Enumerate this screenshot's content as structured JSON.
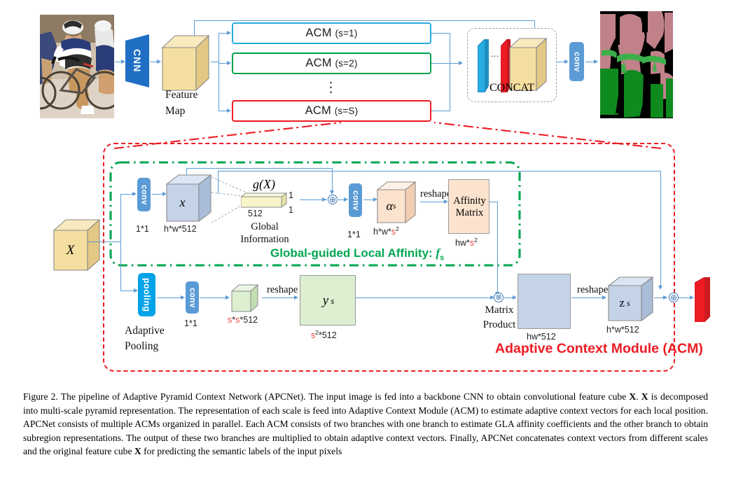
{
  "figure": {
    "top_pipeline": {
      "input_image_alt": "cyclists-photo",
      "cnn_label": "CNN",
      "feature_map_label_line1": "Feature",
      "feature_map_label_line2": "Map",
      "acm_branches": [
        {
          "label_main": "ACM ",
          "label_sub": "(s=1)",
          "color": "#29ABE2"
        },
        {
          "label_main": "ACM ",
          "label_sub": "(s=2)",
          "color": "#00A14B"
        },
        {
          "label_main": "ACM ",
          "label_sub": "(s=S)",
          "color": "#ED1C24"
        }
      ],
      "vertical_dots": "⋮",
      "concat_label": "CONCAT",
      "conv_label": "conv",
      "output_image_alt": "segmentation-map"
    },
    "acm_module": {
      "module_title": "Adaptive Context Module (ACM)",
      "input_cube_label": "X",
      "gla": {
        "title": "Global-guided Local Affinity: ",
        "title_math": "f",
        "title_sub": "s",
        "conv1_label": "conv",
        "conv1_kernel": "1*1",
        "x_cube_label": "x",
        "x_cube_dim": "h*w*512",
        "gx_label": "g(X)",
        "gx_dim_width": "512",
        "gx_dim_a": "1",
        "gx_dim_b": "1",
        "global_info_label": "Global Information",
        "plus_symbol": "⊕",
        "conv2_label": "conv",
        "conv2_kernel": "1*1",
        "alpha_label": "α",
        "alpha_sup": "s",
        "alpha_dim_pre": "h*w*",
        "alpha_dim_s": "s",
        "alpha_dim_sup": "2",
        "reshape_label": "reshape",
        "affinity_line1": "Affinity",
        "affinity_line2": "Matrix",
        "affinity_dim_pre": "hw*",
        "affinity_dim_s": "s",
        "affinity_dim_sup": "2"
      },
      "subregion": {
        "pooling_label": "pooling",
        "adaptive_line1": "Adaptive",
        "adaptive_line2": "Pooling",
        "conv_label": "conv",
        "conv_kernel": "1*1",
        "pooled_dim_s1": "s",
        "pooled_dim_mid": "*",
        "pooled_dim_s2": "s",
        "pooled_dim_tail": "*512",
        "reshape_label": "reshape",
        "y_label": "y",
        "y_sup": "s",
        "y_dim_s": "s",
        "y_dim_sup": "2",
        "y_dim_tail": "*512"
      },
      "output": {
        "matrix_product_line1": "Matrix",
        "matrix_product_line2": "Product",
        "times_symbol": "⊗",
        "product_dim": "hw*512",
        "reshape_label": "reshape",
        "z_label": "z",
        "z_sup": "s",
        "z_dim": "h*w*512",
        "plus_symbol": "⊕"
      }
    }
  },
  "caption": {
    "text_part1": "Figure 2. The pipeline of Adaptive Pyramid Context Network (APCNet). The input image is fed into a backbone CNN to obtain convolutional feature cube ",
    "bold1": "X",
    "text_part2": ". ",
    "bold2": "X",
    "text_part3": " is decomposed into multi-scale pyramid representation. The representation of each scale is feed into Adaptive Context Module (ACM) to estimate adaptive context vectors for each local position. APCNet consists of multiple ACMs organized in parallel. Each ACM consists of two branches with one branch to estimate GLA affinity coefficients and the other branch to obtain subregion representations. The output of these two branches are multiplied to obtain adaptive context vectors. Finally, APCNet concatenates context vectors from different scales and the original feature cube ",
    "bold3": "X",
    "text_part4": " for predicting the semantic labels of the input pixels"
  },
  "colors": {
    "blue_arrow": "#5B9BD5",
    "acm_blue": "#29ABE2",
    "acm_green": "#00A14B",
    "acm_red": "#ED1C24",
    "gla_green": "#00A651",
    "cube_yellow": "#F5DFA0",
    "cube_blue": "#C5D3E8",
    "cube_green": "#DCEFD0",
    "affinity_peach": "#FCE3CE"
  }
}
